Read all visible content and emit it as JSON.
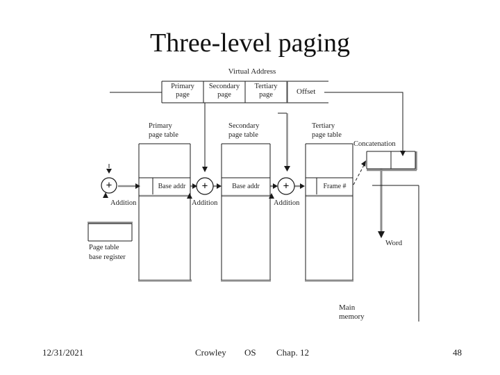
{
  "slide": {
    "title": "Three-level paging",
    "footer": {
      "date": "12/31/2021",
      "author": "Crowley",
      "course": "OS",
      "chapter": "Chap. 12",
      "page_number": "48"
    }
  },
  "diagram": {
    "virtual_address_label": "Virtual Address",
    "va_fields": {
      "primary": "Primary\npage",
      "secondary": "Secondary\npage",
      "tertiary": "Tertiary\npage",
      "offset": "Offset"
    },
    "table_labels": {
      "primary": "Primary\npage table",
      "secondary": "Secondary\npage table",
      "tertiary": "Tertiary\npage table"
    },
    "row_labels": {
      "primary": "Base addr",
      "secondary": "Base addr",
      "tertiary": "Frame #"
    },
    "adder_symbol": "+",
    "addition_label": "Addition",
    "concatenation_label": "Concatenation",
    "word_label": "Word",
    "main_memory_label": "Main\nmemory",
    "page_table_base_register_label": "Page table\nbase register",
    "colors": {
      "line": "#1a1a1a",
      "shadow": "#8c8c8c",
      "background": "#ffffff"
    }
  }
}
